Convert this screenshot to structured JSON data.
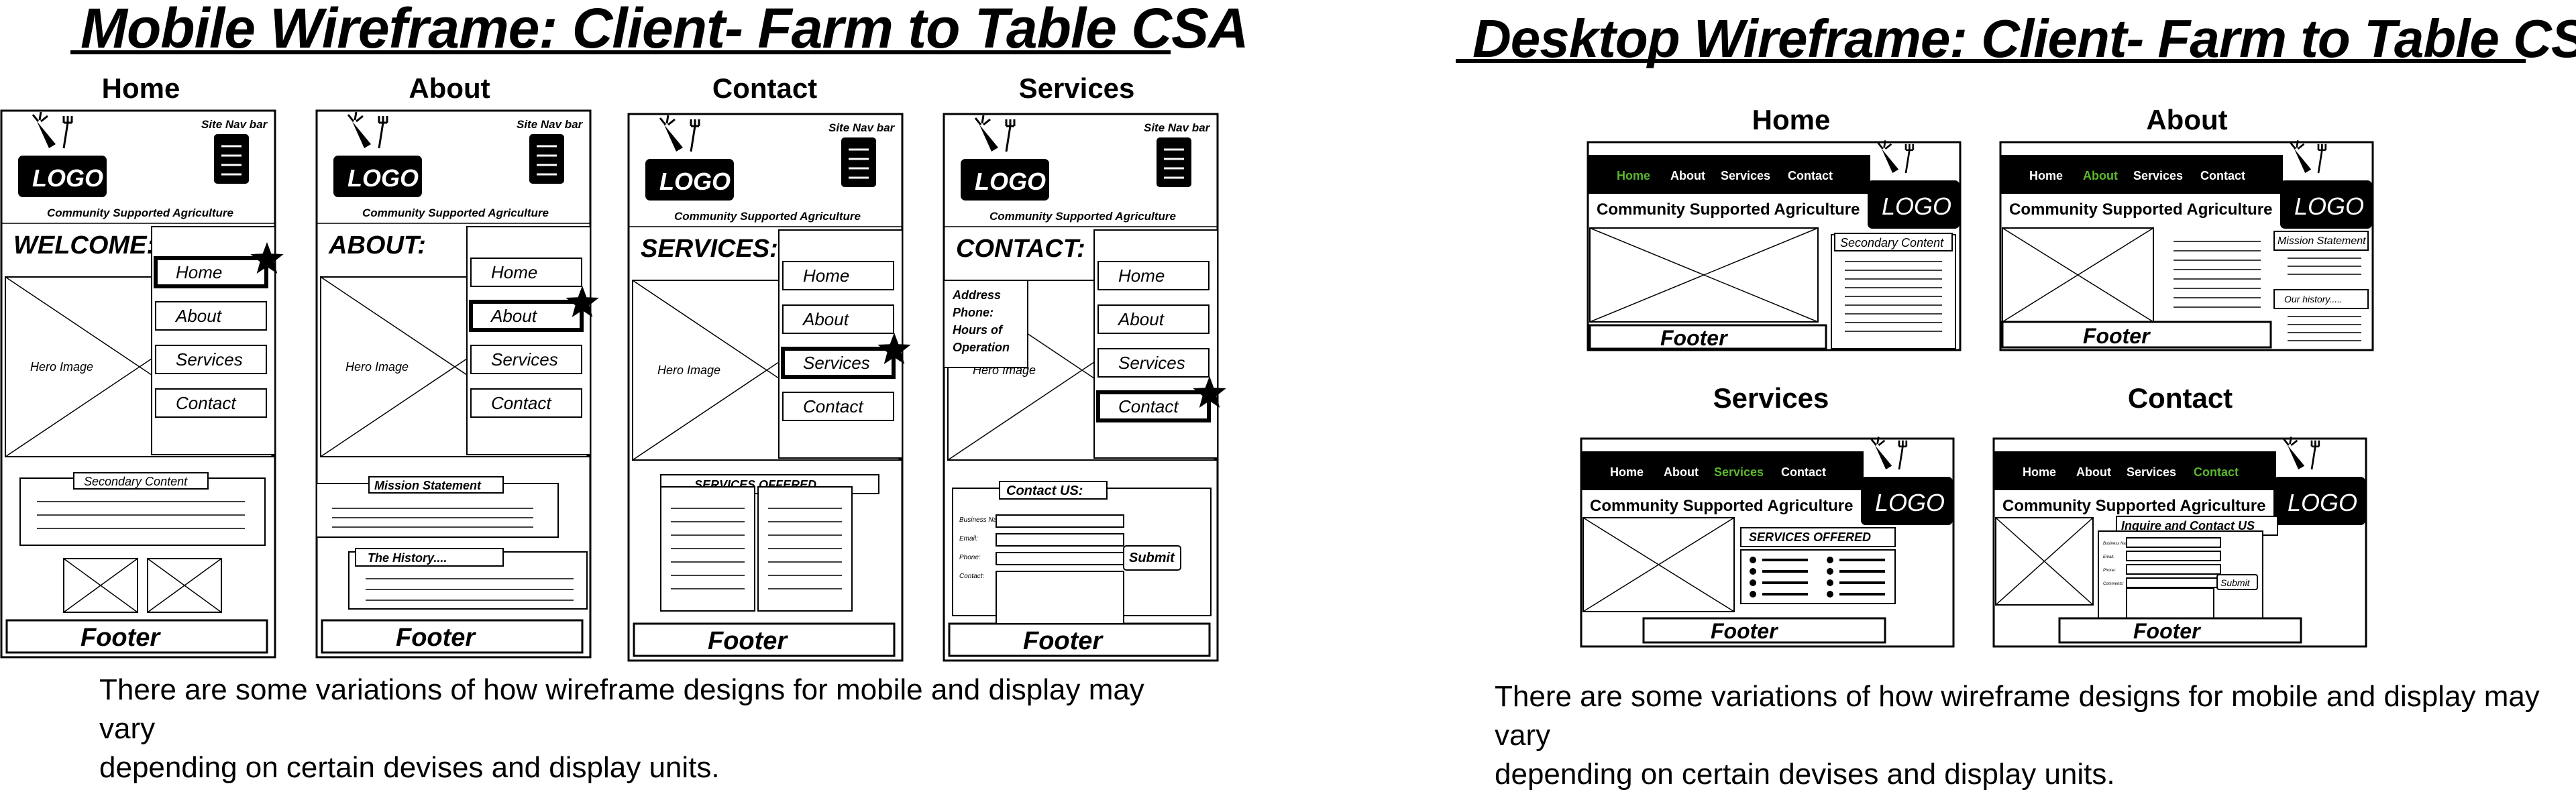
{
  "mobile": {
    "title": "Mobile Wireframe: Client- Farm to Table CSA",
    "caption_line1": "There are some variations of how wireframe designs for mobile and display may vary",
    "caption_line2": "depending on certain devises and display units.",
    "common": {
      "logo": "LOGO",
      "nav_label": "Site Nav bar",
      "tagline": "Community Supported Agriculture",
      "hero": "Hero Image",
      "footer": "Footer",
      "menu": [
        "Home",
        "About",
        "Services",
        "Contact"
      ]
    },
    "pages": [
      {
        "label": "Home",
        "heading": "WELCOME:",
        "content_label": "Secondary Content"
      },
      {
        "label": "About",
        "heading": "ABOUT:",
        "content_label": "Mission Statement",
        "content_label2": "The History...."
      },
      {
        "label": "Contact",
        "heading": "SERVICES:",
        "content_label": "SERVICES OFFERED"
      },
      {
        "label": "Services",
        "heading": "CONTACT:",
        "content_label": "Contact US:",
        "info_lines": [
          "Address",
          "Phone:",
          "Hours of",
          "Operation"
        ],
        "form_fields": [
          "Business Name:",
          "Email:",
          "Phone:",
          "Contact:"
        ],
        "submit": "Submit"
      }
    ]
  },
  "desktop": {
    "title": "Desktop Wireframe: Client- Farm to Table CSA",
    "caption_line1": "There are some variations of how wireframe designs for mobile and display may vary",
    "caption_line2": "depending on certain devises and display units.",
    "common": {
      "logo": "LOGO",
      "tagline": "Community Supported Agriculture",
      "footer": "Footer",
      "nav": [
        "Home",
        "About",
        "Services",
        "Contact"
      ]
    },
    "pages": [
      {
        "label": "Home",
        "side_label": "Secondary Content"
      },
      {
        "label": "About",
        "side_label": "Mission Statement",
        "side_label2": "Our history....."
      },
      {
        "label": "Services",
        "side_label": "SERVICES OFFERED"
      },
      {
        "label": "Contact",
        "side_label": "Inquire and Contact US",
        "form_fields": [
          "Business Name:",
          "Email:",
          "Phone:",
          "Comments:"
        ],
        "submit": "Submit"
      }
    ],
    "active_color": "#5ab82e"
  }
}
